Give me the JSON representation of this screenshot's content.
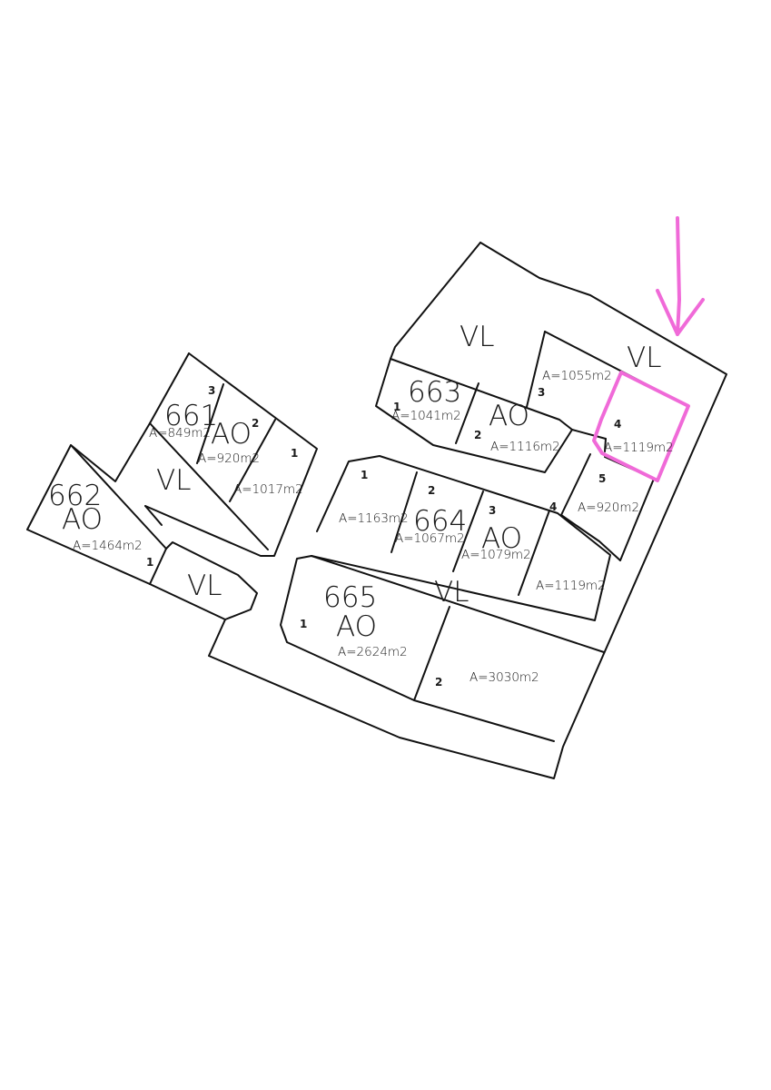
{
  "colors": {
    "lines": "#111111",
    "highlight": "#f06ad8",
    "background": "#ffffff"
  },
  "zones": {
    "vl_top": "VL",
    "vl_right": "VL",
    "vl_west": "VL",
    "vl_small": "VL",
    "vl_middle": "VL"
  },
  "blocks": {
    "b661": {
      "number": "661",
      "zone": "AO"
    },
    "b662": {
      "number": "662",
      "zone": "AO"
    },
    "b663": {
      "number": "663",
      "zone": "AO"
    },
    "b664": {
      "number": "664",
      "zone": "AO"
    },
    "b665": {
      "number": "665",
      "zone": "AO"
    }
  },
  "plots": {
    "p661_1": {
      "no": "1",
      "area": "A=1017m2"
    },
    "p661_2": {
      "no": "2",
      "area": "A=920m2"
    },
    "p661_3": {
      "no": "3",
      "area": "A=849m2"
    },
    "p662_1": {
      "no": "1",
      "area": "A=1464m2"
    },
    "p663_1": {
      "no": "1",
      "area": "A=1041m2"
    },
    "p663_2": {
      "no": "2",
      "area": "A=1116m2"
    },
    "p663_3": {
      "no": "3",
      "area": "A=1055m2"
    },
    "p663_4": {
      "no": "4",
      "area": "A=1119m2",
      "highlighted": true
    },
    "p663_5": {
      "no": "5",
      "area": "A=920m2"
    },
    "p664_1": {
      "no": "1",
      "area": "A=1163m2"
    },
    "p664_2": {
      "no": "2",
      "area": "A=1067m2"
    },
    "p664_3": {
      "no": "3",
      "area": "A=1079m2"
    },
    "p664_4": {
      "no": "4",
      "area": "A=1119m2"
    },
    "p665_1": {
      "no": "1",
      "area": "A=2624m2"
    },
    "p665_2": {
      "no": "2",
      "area": "A=3030m2"
    }
  }
}
